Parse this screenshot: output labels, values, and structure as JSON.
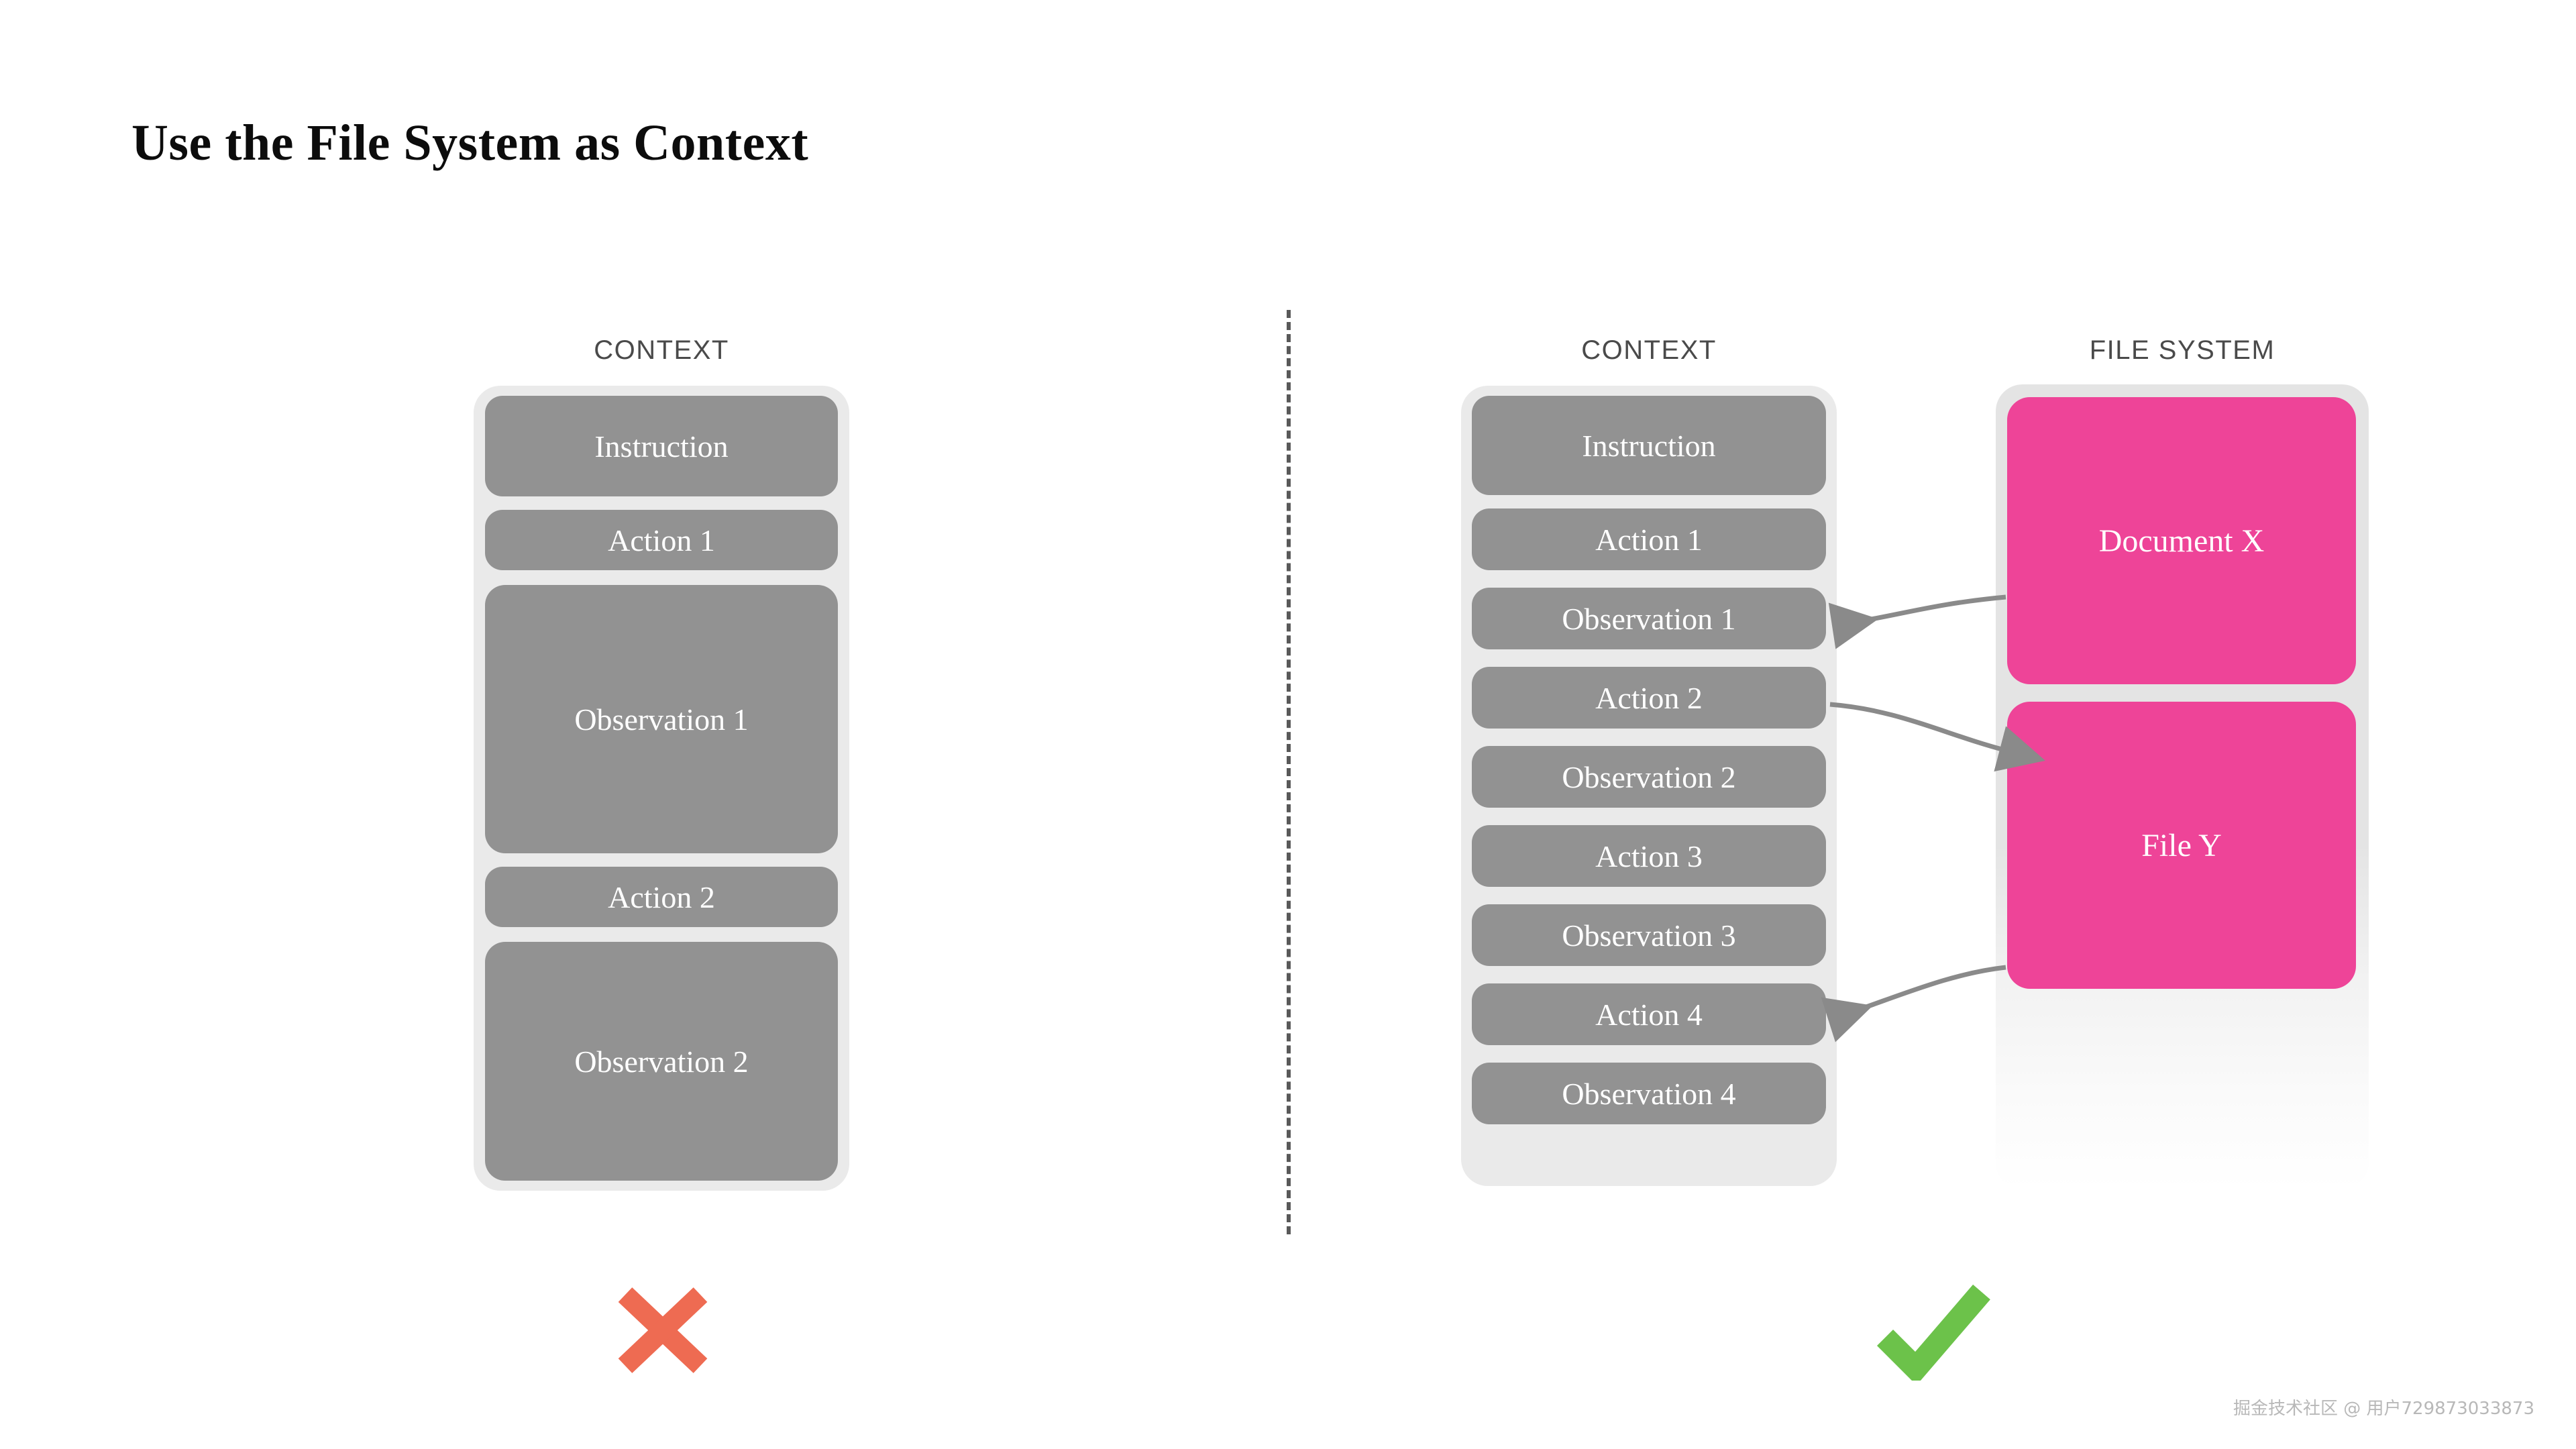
{
  "page": {
    "title": "Use the File System as Context",
    "background": "#ffffff"
  },
  "colors": {
    "block_gray": "#929292",
    "panel_gray": "#eaeaea",
    "accent_pink": "#ee4498",
    "cross_red": "#ee6b52",
    "check_green": "#6cc24a",
    "label_gray": "#4a4a4a",
    "arrow_gray": "#8a8a8a",
    "divider_gray": "#595959"
  },
  "left": {
    "verdict": "cross-icon",
    "context": {
      "label": "CONTEXT",
      "blocks": [
        {
          "text": "Instruction"
        },
        {
          "text": "Action 1"
        },
        {
          "text": "Observation 1"
        },
        {
          "text": "Action 2"
        },
        {
          "text": "Observation 2"
        }
      ]
    }
  },
  "right": {
    "verdict": "check-icon",
    "context": {
      "label": "CONTEXT",
      "blocks": [
        {
          "text": "Instruction"
        },
        {
          "text": "Action 1"
        },
        {
          "text": "Observation 1"
        },
        {
          "text": "Action 2"
        },
        {
          "text": "Observation 2"
        },
        {
          "text": "Action 3"
        },
        {
          "text": "Observation 3"
        },
        {
          "text": "Action 4"
        },
        {
          "text": "Observation 4"
        }
      ]
    },
    "filesystem": {
      "label": "FILE SYSTEM",
      "blocks": [
        {
          "text": "Document X"
        },
        {
          "text": "File Y"
        }
      ]
    },
    "arrows": [
      {
        "from": "Document X",
        "to": "Observation 1",
        "direction": "left"
      },
      {
        "from": "Action 2",
        "to": "File Y",
        "direction": "right"
      },
      {
        "from": "File Y",
        "to": "Action 4",
        "direction": "left"
      }
    ]
  },
  "watermark": {
    "text": "掘金技术社区 @ 用户729873033873"
  }
}
